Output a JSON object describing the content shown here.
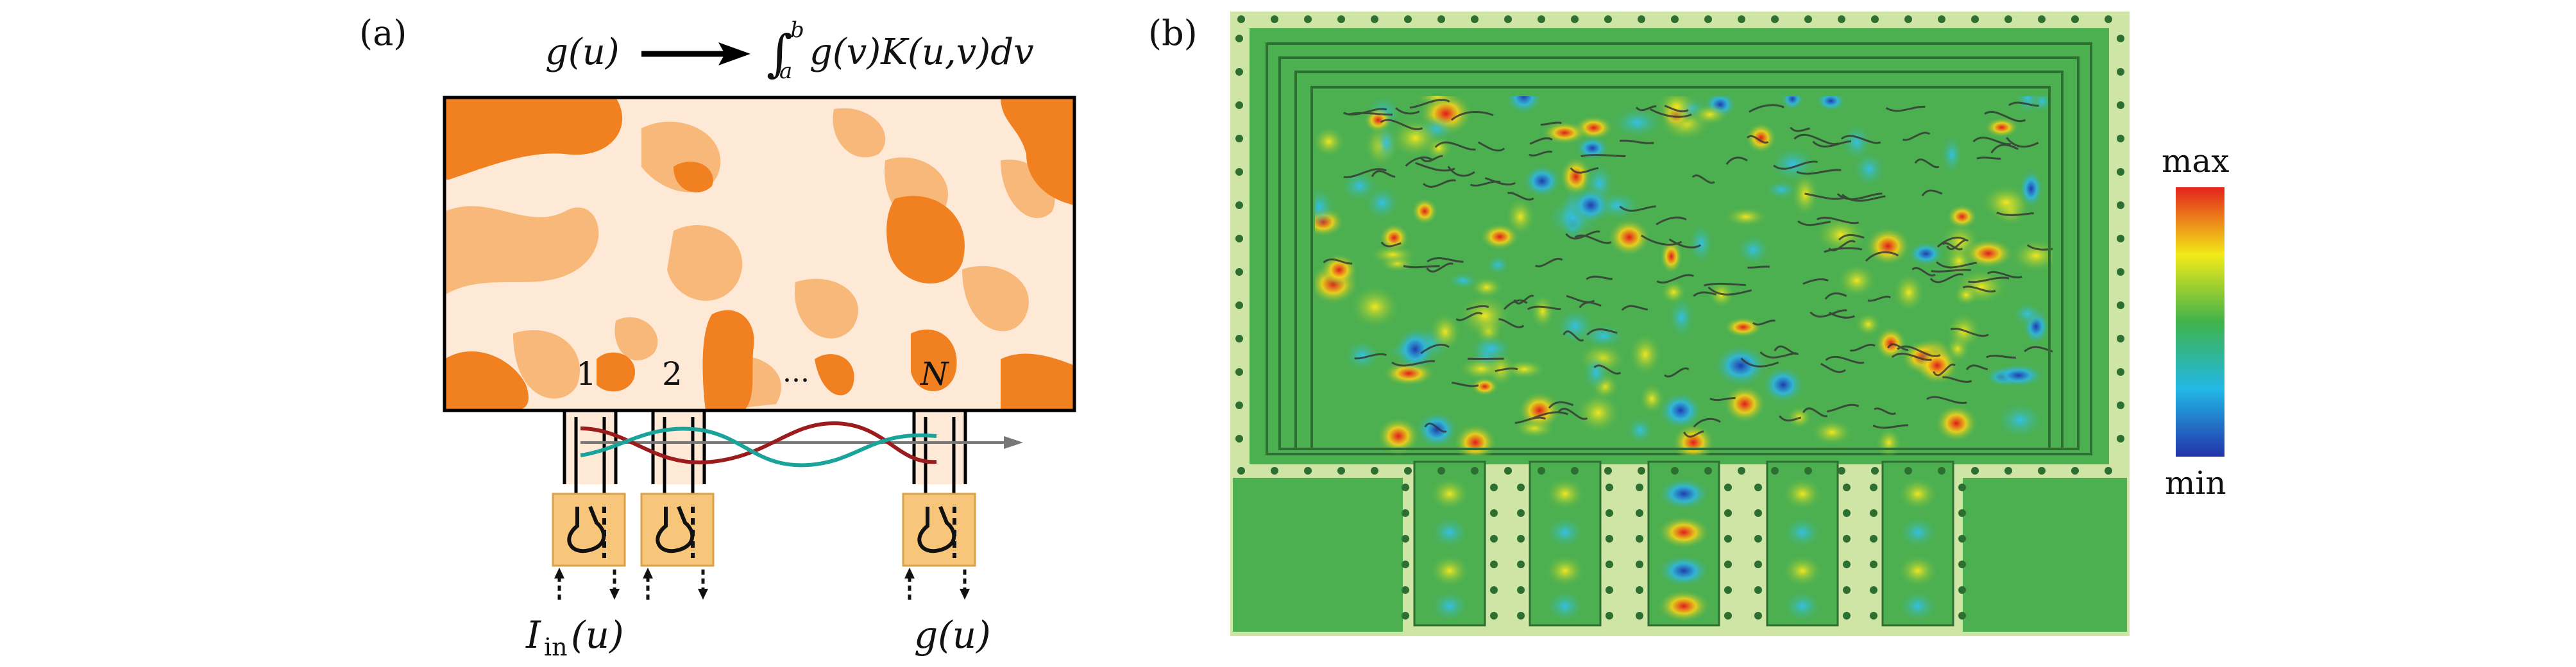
{
  "panel_a": {
    "label": "(a)",
    "equation_left": "g(u)",
    "equation_integral": "∫",
    "equation_upper": "b",
    "equation_lower": "a",
    "equation_body": "g(v)K(u,v)dv",
    "ports": [
      "1",
      "2",
      "...",
      "N"
    ],
    "input_label": "I",
    "input_subscript": "in",
    "input_arg": "(u)",
    "output_label": "g(u)",
    "colors": {
      "region_dark": "#f08020",
      "region_light": "#f8b87a",
      "background_cream": "#fde9d6",
      "box": "#f7c67a",
      "wave_red": "#9b1c1c",
      "wave_teal": "#1aa39a"
    }
  },
  "panel_b": {
    "label": "(b)",
    "colorbar_max": "max",
    "colorbar_min": "min",
    "colors": {
      "field_green": "#4cb050",
      "frame_light": "#cfe5a6",
      "hot": "#e21a1a",
      "cold": "#2040b8"
    }
  }
}
